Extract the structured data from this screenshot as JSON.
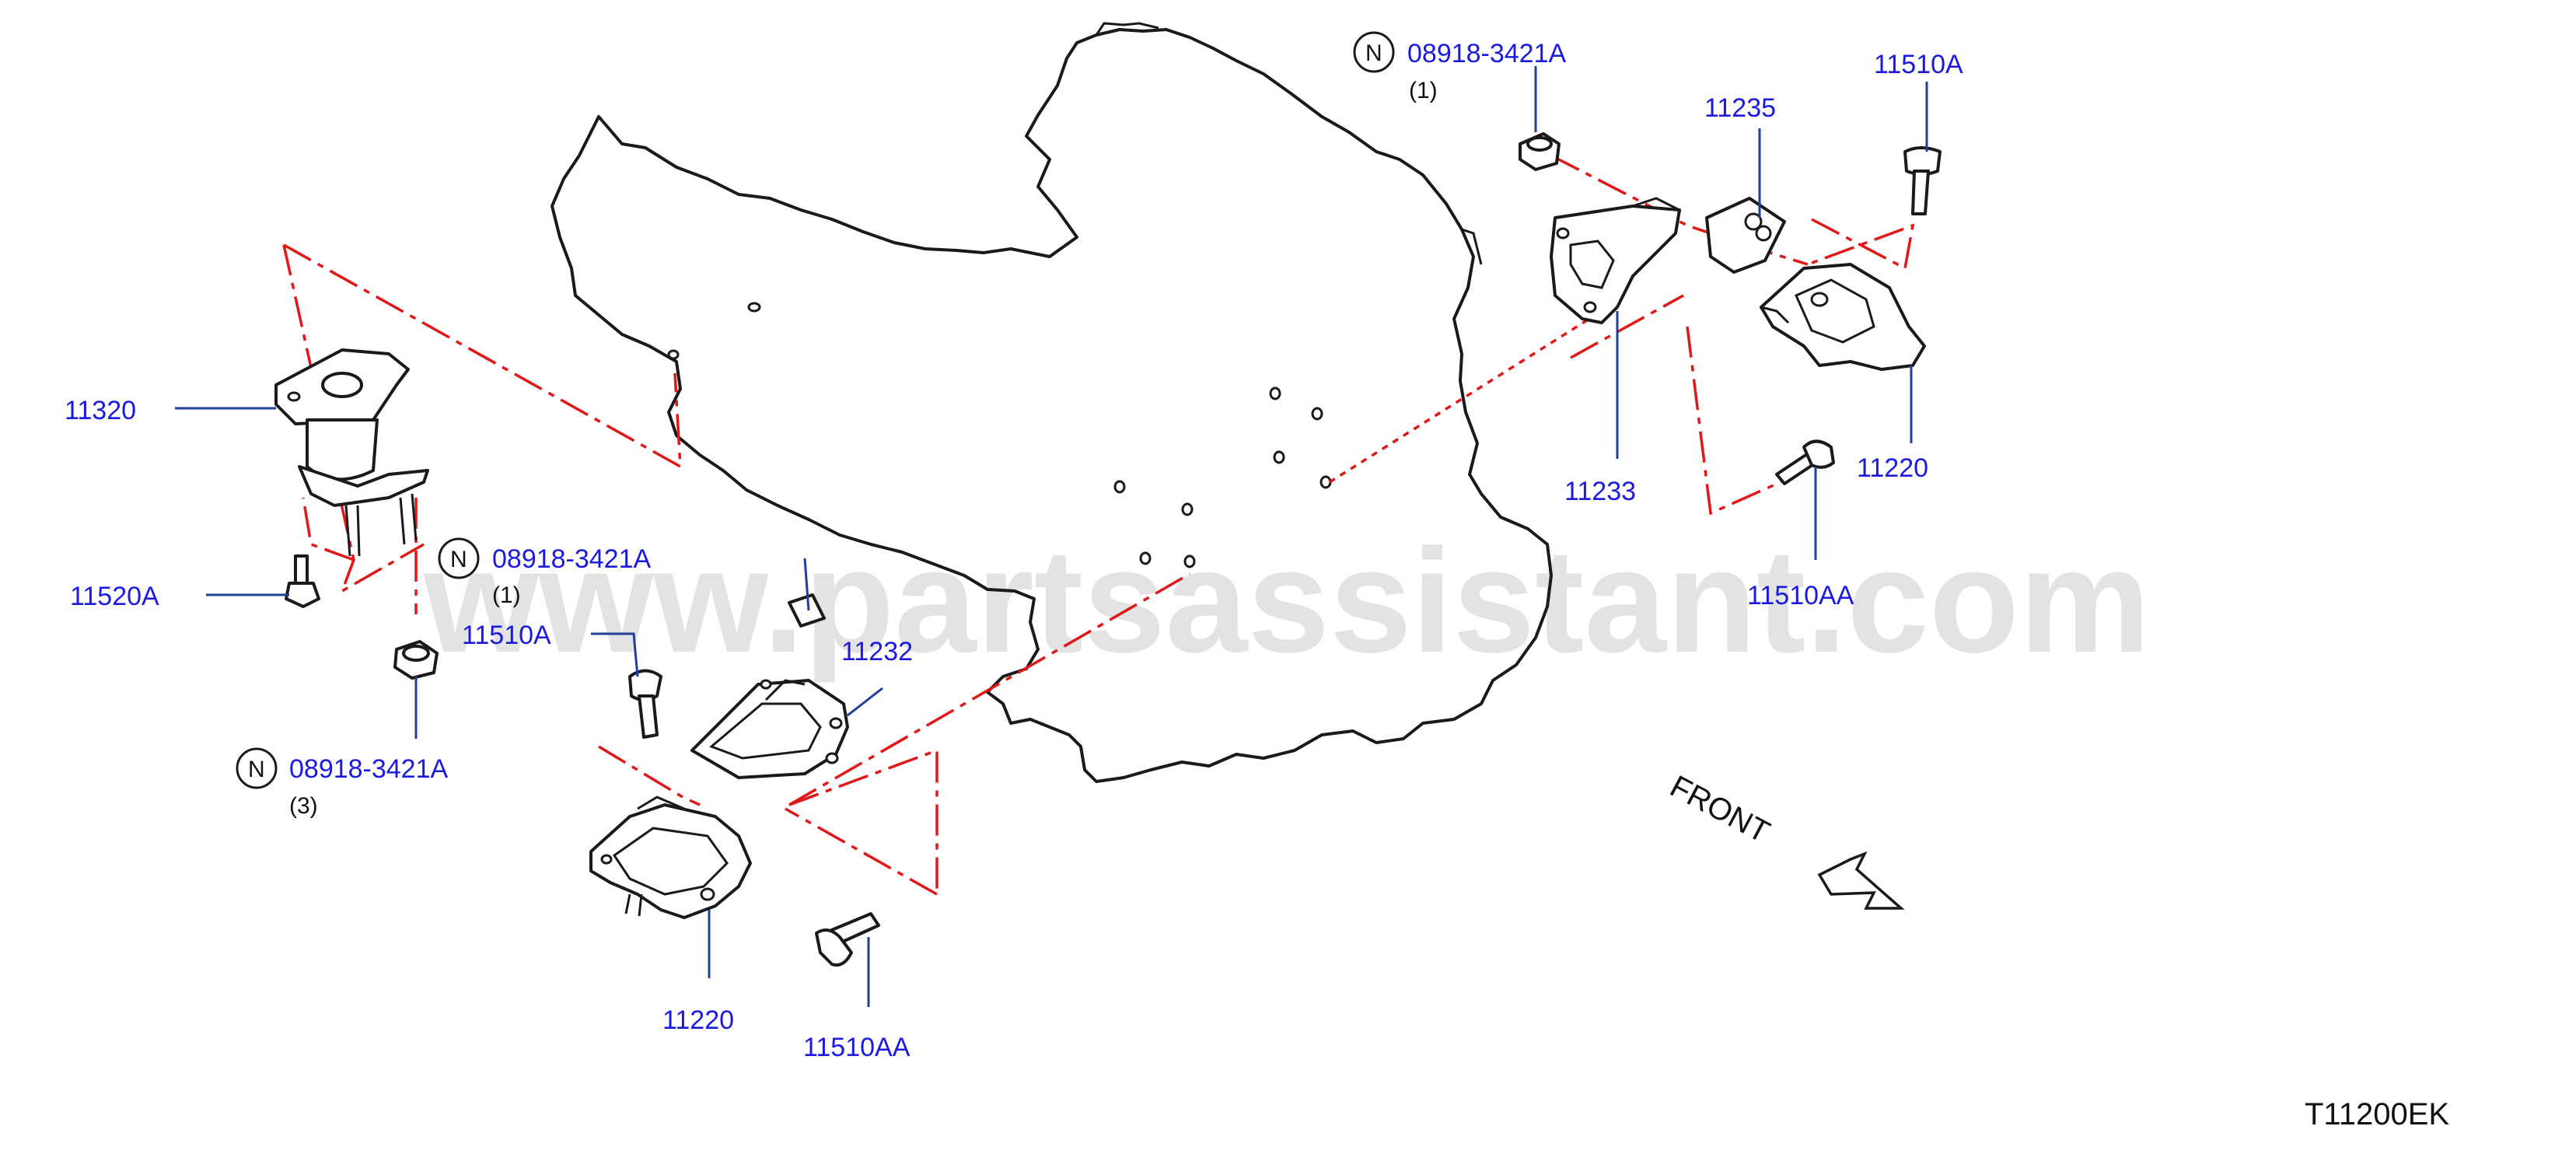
{
  "diagram_code": "T11200EK",
  "watermark": "www.partsassistant.com",
  "front_indicator": {
    "label": "FRONT"
  },
  "note_symbol": "N",
  "callouts": [
    {
      "id": "c1",
      "part": "08918-3421A",
      "qty": "(1)",
      "note": true
    },
    {
      "id": "c2",
      "part": "11510A"
    },
    {
      "id": "c3",
      "part": "11235"
    },
    {
      "id": "c4",
      "part": "11233"
    },
    {
      "id": "c5",
      "part": "11220"
    },
    {
      "id": "c6",
      "part": "11510AA"
    },
    {
      "id": "c7",
      "part": "11320"
    },
    {
      "id": "c8",
      "part": "11520A"
    },
    {
      "id": "c9",
      "part": "08918-3421A",
      "qty": "(3)",
      "note": true
    },
    {
      "id": "c10",
      "part": "08918-3421A",
      "qty": "(1)",
      "note": true
    },
    {
      "id": "c11",
      "part": "11510A"
    },
    {
      "id": "c12",
      "part": "11232"
    },
    {
      "id": "c13",
      "part": "11220"
    },
    {
      "id": "c14",
      "part": "11510AA"
    }
  ],
  "colors": {
    "label": "#1a1ae0",
    "leader": "#1f3f9a",
    "assembly_line": "#e01818",
    "outline": "#1a1a1a"
  }
}
